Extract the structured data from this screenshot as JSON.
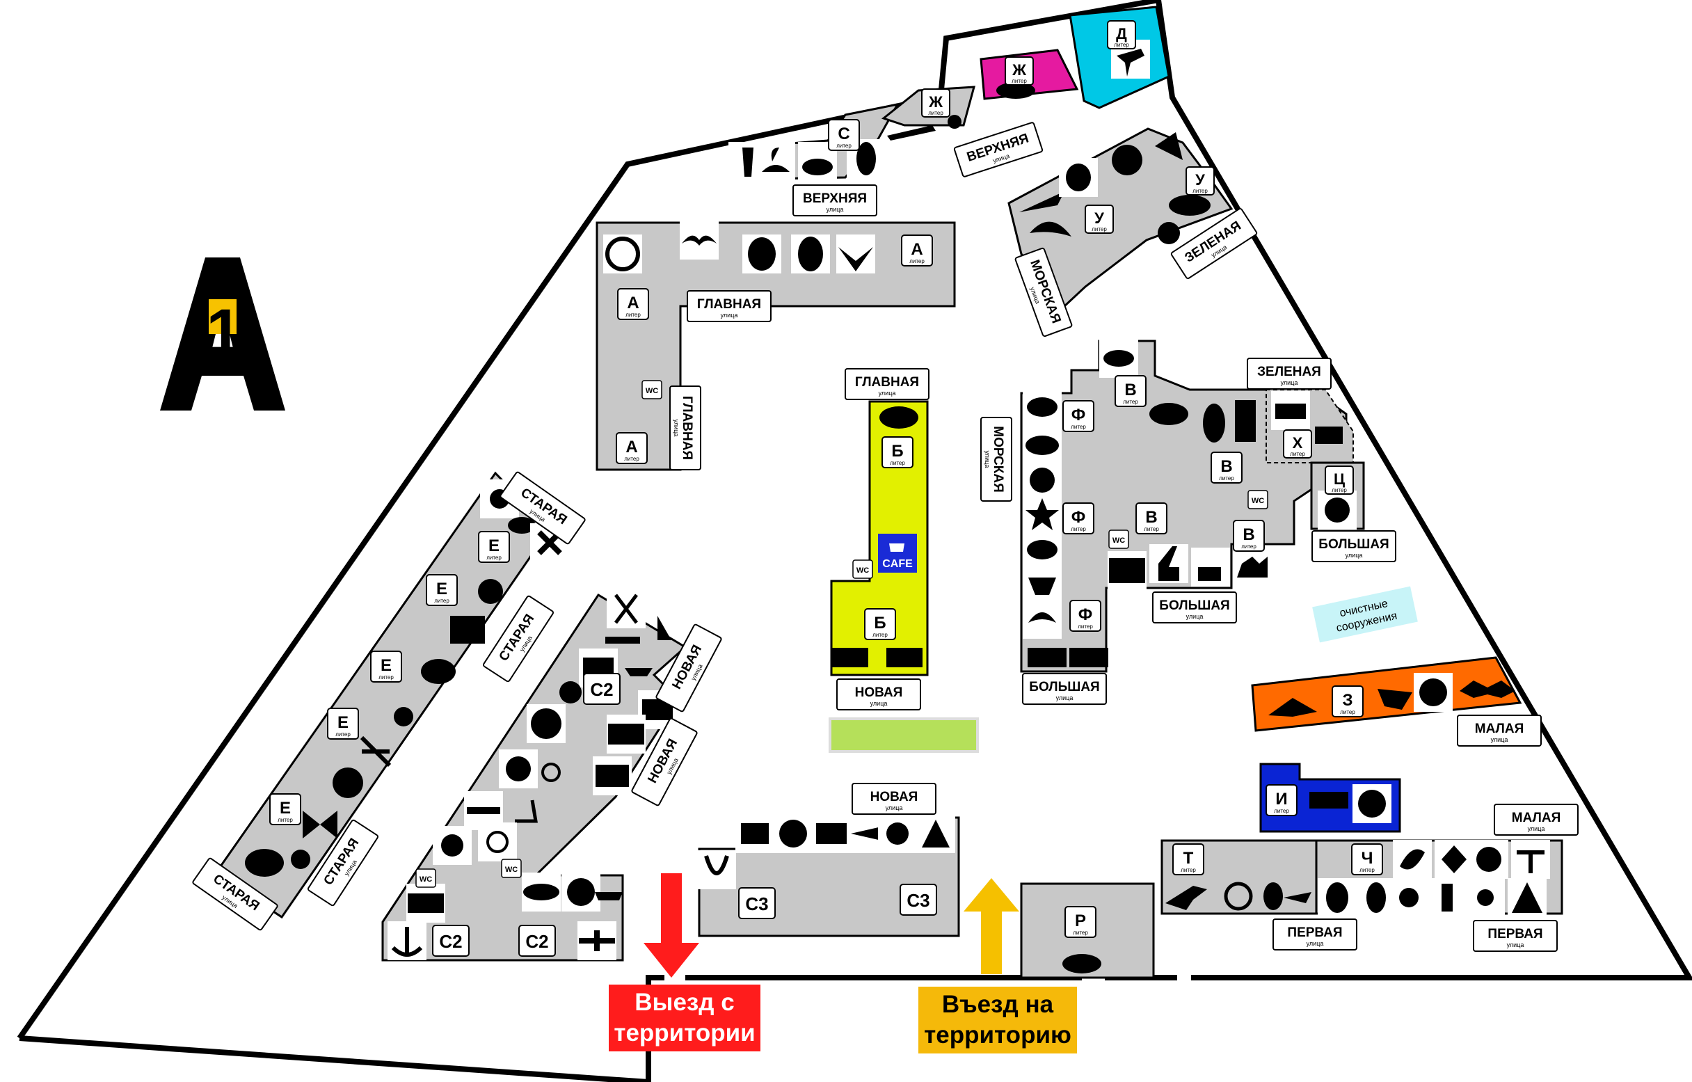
{
  "logo": {
    "letter": "А",
    "number": "1",
    "title": "АВТОПЕРВЫЙ",
    "subtitle": "КОМПЛЕКС"
  },
  "colors": {
    "building": "#c8c8c8",
    "yellow_block": "#e2f000",
    "pink_block": "#e51aa0",
    "cyan_block": "#00c8e6",
    "orange_block": "#ff6a00",
    "blue_block": "#0a24d4",
    "green_area": "#b5e05a",
    "exit_arrow": "#ff1c1c",
    "entry_arrow": "#f5c000"
  },
  "literas": {
    "a": "А",
    "b": "Б",
    "v": "В",
    "d": "Д",
    "e": "Е",
    "zh": "Ж",
    "z": "З",
    "i": "И",
    "r": "Р",
    "s": "С",
    "c2": "С2",
    "c3": "С3",
    "t": "Т",
    "u": "У",
    "f": "Ф",
    "kh": "Х",
    "ts": "Ц",
    "ch": "Ч",
    "sub": "литер"
  },
  "streets": {
    "verkhnyaya": "ВЕРХНЯЯ",
    "glavnaya": "ГЛАВНАЯ",
    "morskaya": "МОРСКАЯ",
    "zelenaya": "ЗЕЛЕНАЯ",
    "staraya": "СТАРАЯ",
    "novaya": "НОВАЯ",
    "bolshaya": "БОЛЬШАЯ",
    "malaya": "МАЛАЯ",
    "pervaya": "ПЕРВАЯ",
    "sub": "улица"
  },
  "facilities": {
    "wc": "WC",
    "cafe": "CAFE",
    "treatment_line1": "очистные",
    "treatment_line2": "сооружения"
  },
  "gates": {
    "exit_line1": "Выезд с",
    "exit_line2": "территории",
    "entry_line1": "Въезд на",
    "entry_line2": "территорию"
  },
  "icons": [
    "peacock-icon",
    "seagull-icon",
    "chick-icon",
    "owl-icon",
    "eagle-icon",
    "parrot-icon",
    "swan-icon",
    "duck-icon",
    "penguin-icon",
    "crocodile-icon",
    "frog-icon",
    "seal-icon",
    "stork-icon",
    "shark-icon",
    "dolphin-icon",
    "monkey-icon",
    "scorpion-icon",
    "turtle-icon",
    "chameleon-icon",
    "mouse-icon",
    "hedgehog-icon",
    "rabbit-icon",
    "cat-icon",
    "dog-icon",
    "raccoon-icon",
    "elephant-icon",
    "giraffe-icon",
    "deer-icon",
    "camel-icon",
    "crab-icon",
    "whale-icon",
    "starfish-icon",
    "fish-icon",
    "shrimp-icon",
    "cow-icon",
    "pig-icon",
    "horse-icon",
    "zebra-icon",
    "fly-icon",
    "caterpillar-icon",
    "wasp-icon",
    "spider-icon",
    "snail-icon",
    "dragonfly-icon",
    "ladybug-icon",
    "butterfly-icon",
    "ant-icon",
    "bear-icon",
    "hockey-icon",
    "skates-icon",
    "sailboat-icon",
    "chess-icon",
    "ship-icon",
    "bowling-icon",
    "tractor-icon",
    "truck-icon",
    "train-icon",
    "soccer-icon",
    "kettlebell-icon",
    "bicycle-icon",
    "dumbbell-icon",
    "scooter-icon",
    "motorcycle-icon",
    "ice-cream-icon",
    "bus-icon",
    "airship-icon",
    "balloon-icon",
    "helicopter-icon",
    "anchor-icon",
    "airplane-icon",
    "accordion-icon",
    "drum-icon",
    "piano-icon",
    "trumpet-icon",
    "guitar-icon",
    "balalaika-icon",
    "lyre-icon",
    "dinosaur-icon",
    "snail-shell-icon",
    "squirrel-icon",
    "bird-icon",
    "strawberry-icon",
    "pineapple-icon",
    "grapes-icon",
    "bottle-icon",
    "cherry-icon",
    "leaf-icon",
    "maple-icon",
    "oak-icon",
    "palm-icon",
    "fir-icon",
    "lizard-icon",
    "toucan-icon",
    "panda-icon",
    "bat-icon",
    "panther-icon",
    "lion-icon",
    "polar-bear-icon",
    "coffee-cup-icon"
  ]
}
